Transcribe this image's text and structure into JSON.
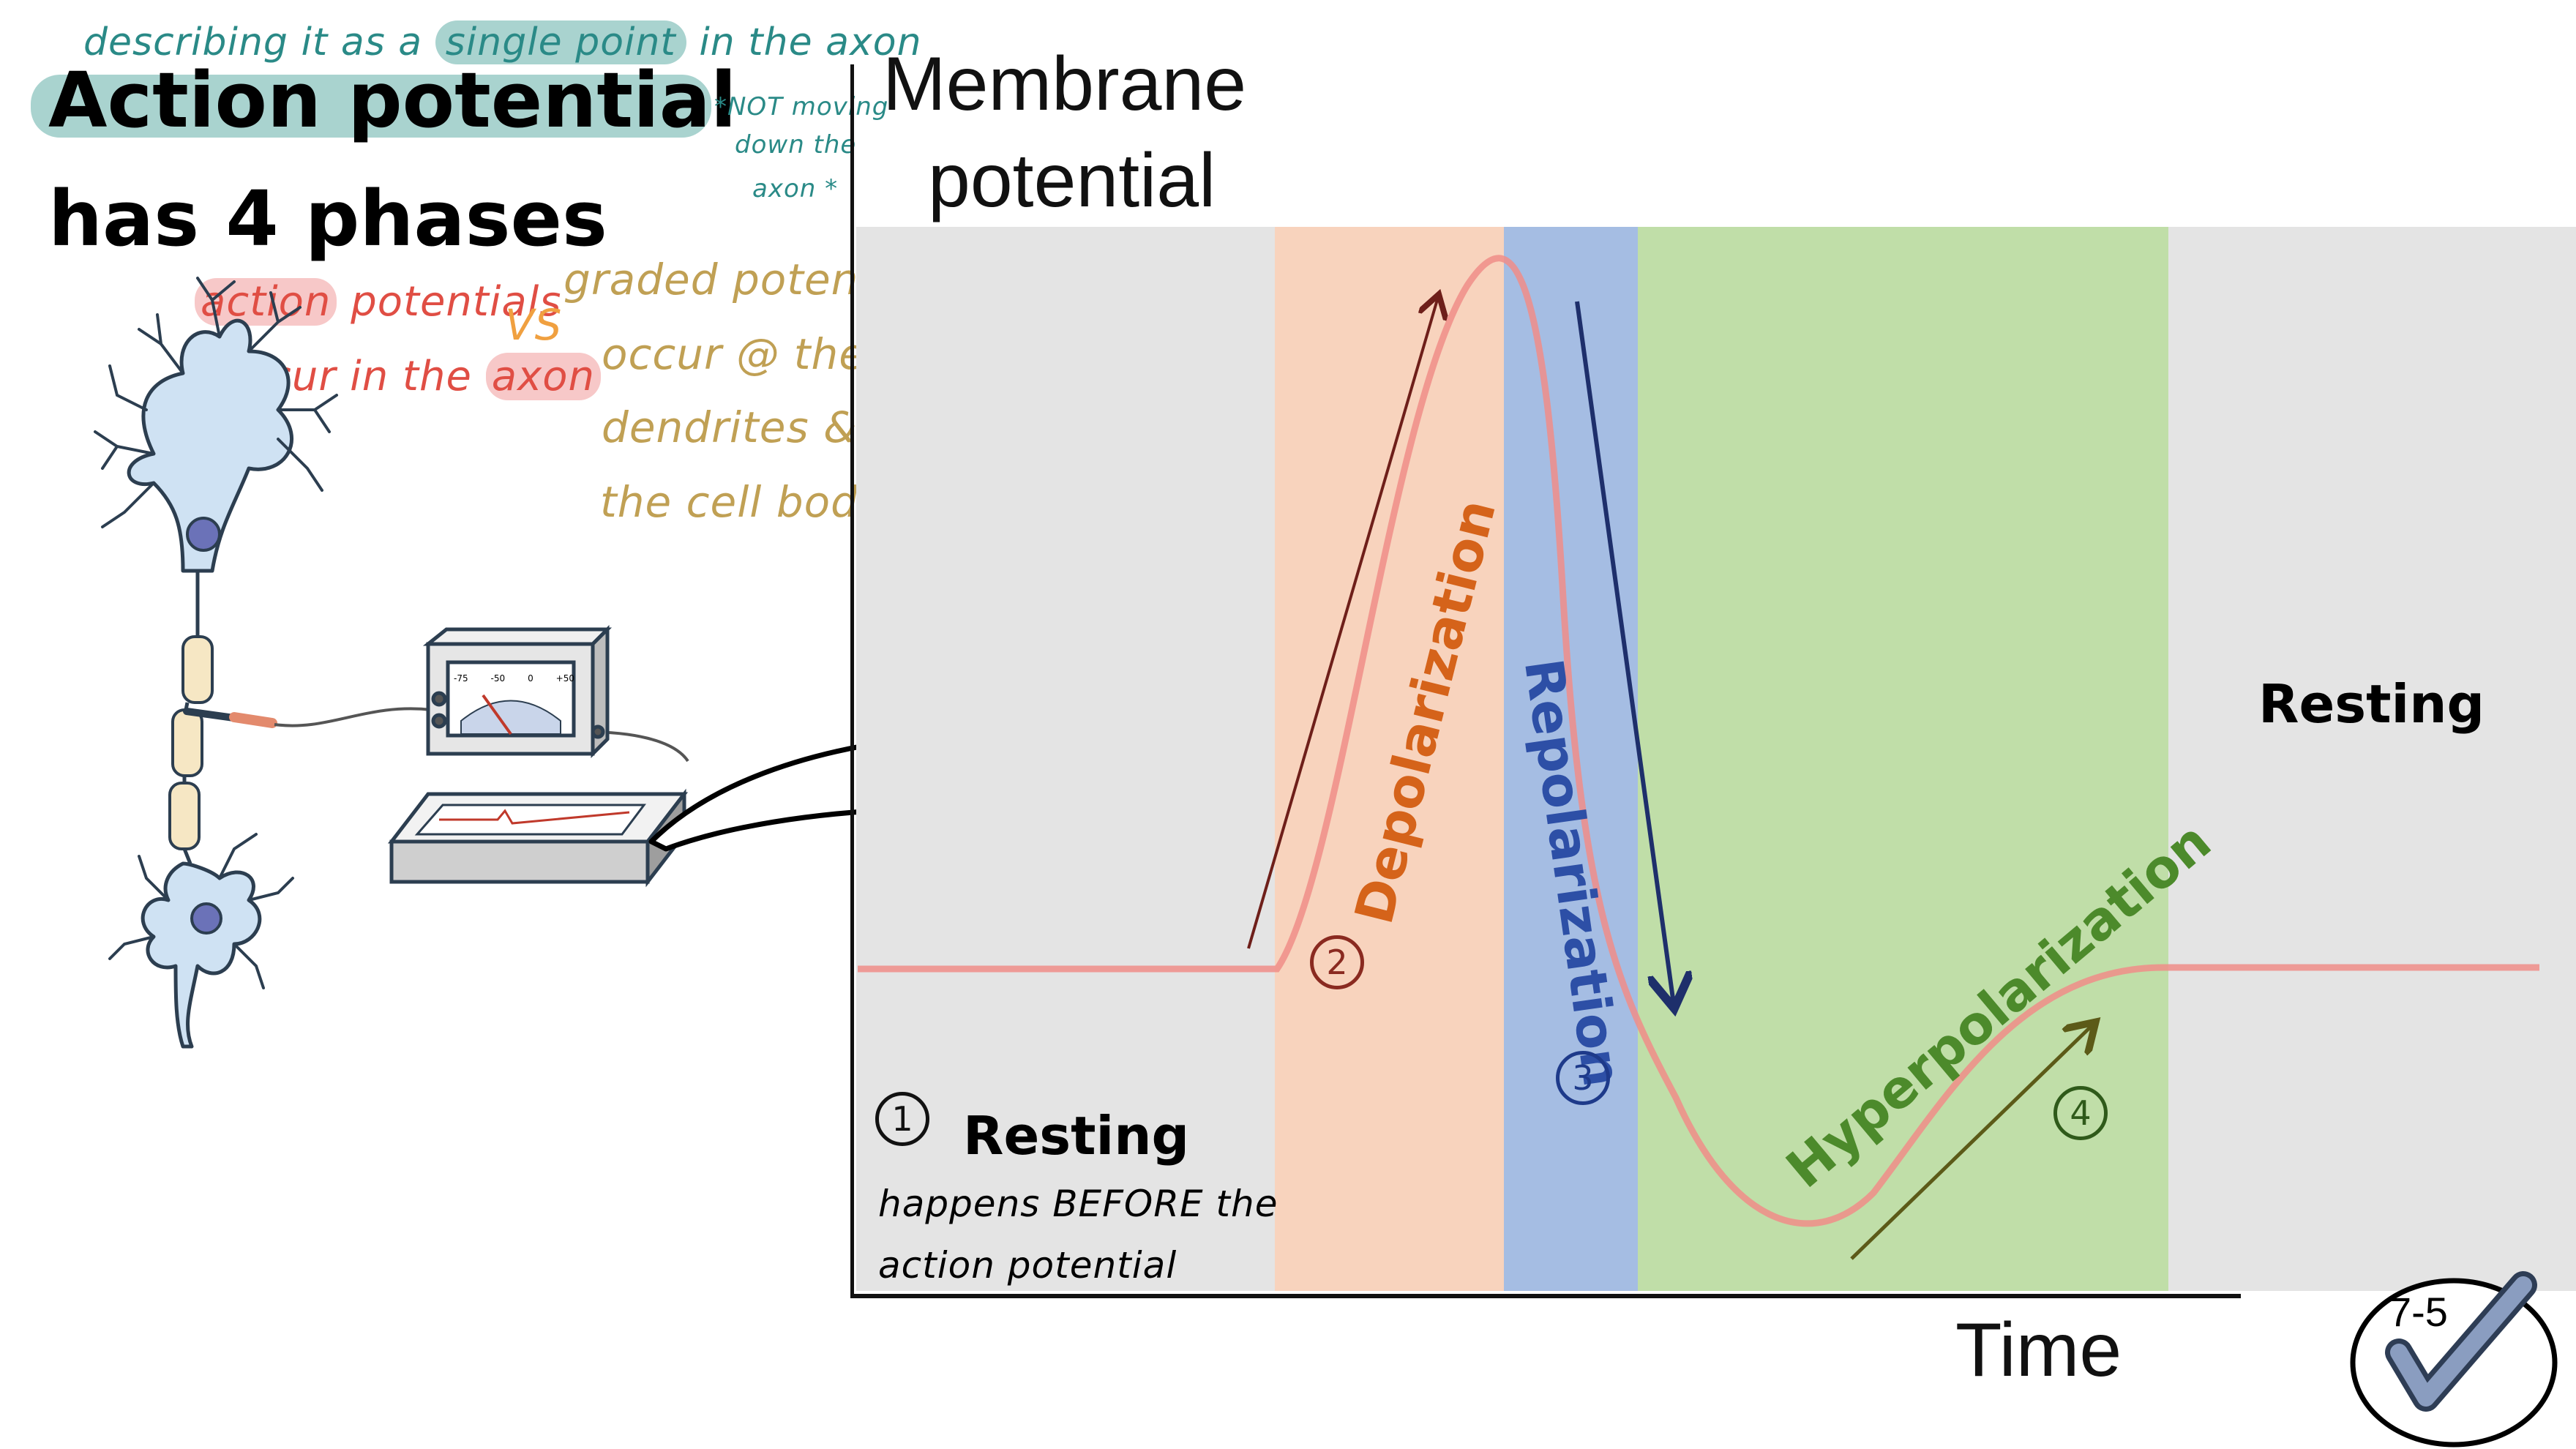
{
  "title": {
    "line1": "Action potential",
    "line2": "has 4 phases"
  },
  "annotations": {
    "single_point_pre": "describing it as a",
    "single_point_hl": "single point",
    "single_point_post": "in the axon",
    "not_moving_1": "*NOT moving",
    "not_moving_2": "down the",
    "not_moving_3": "axon *",
    "ap_1_hl": "action",
    "ap_1_rest": "potentials",
    "ap_2_pre": "occur in the",
    "ap_2_hl": "axon",
    "vs": "VS",
    "graded_1": "graded potential",
    "graded_2": "occur @ the",
    "graded_3": "dendrites &",
    "graded_4": "the cell body",
    "resting_note_1": "happens BEFORE the",
    "resting_note_2": "action potential"
  },
  "meter": {
    "scale": [
      "-75",
      "-50",
      "0",
      "+50"
    ]
  },
  "axes": {
    "y_label_1": "Membrane",
    "y_label_2": "potential",
    "x_label": "Time"
  },
  "phases": {
    "resting_left": {
      "number": "1",
      "label": "Resting",
      "color": "#e4e4e4"
    },
    "depolarization": {
      "number": "2",
      "label": "Depolarization",
      "color": "#f8d3bd",
      "text_color": "#d5631a"
    },
    "repolarization": {
      "number": "3",
      "label": "Repolarization",
      "color": "#a5bde3",
      "text_color": "#2d4fa6"
    },
    "hyperpolarization": {
      "number": "4",
      "label": "Hyperpolarization",
      "color": "#c0dea8",
      "text_color": "#4c8a2b"
    },
    "resting_right": {
      "label": "Resting",
      "color": "#e4e4e4"
    }
  },
  "badge": {
    "text": "7-5"
  },
  "colors": {
    "teal_ink": "#2a8a87",
    "red_ink": "#e04e44",
    "gold_ink": "#c0a054",
    "curve": "#f08d88",
    "axis": "#111111"
  }
}
